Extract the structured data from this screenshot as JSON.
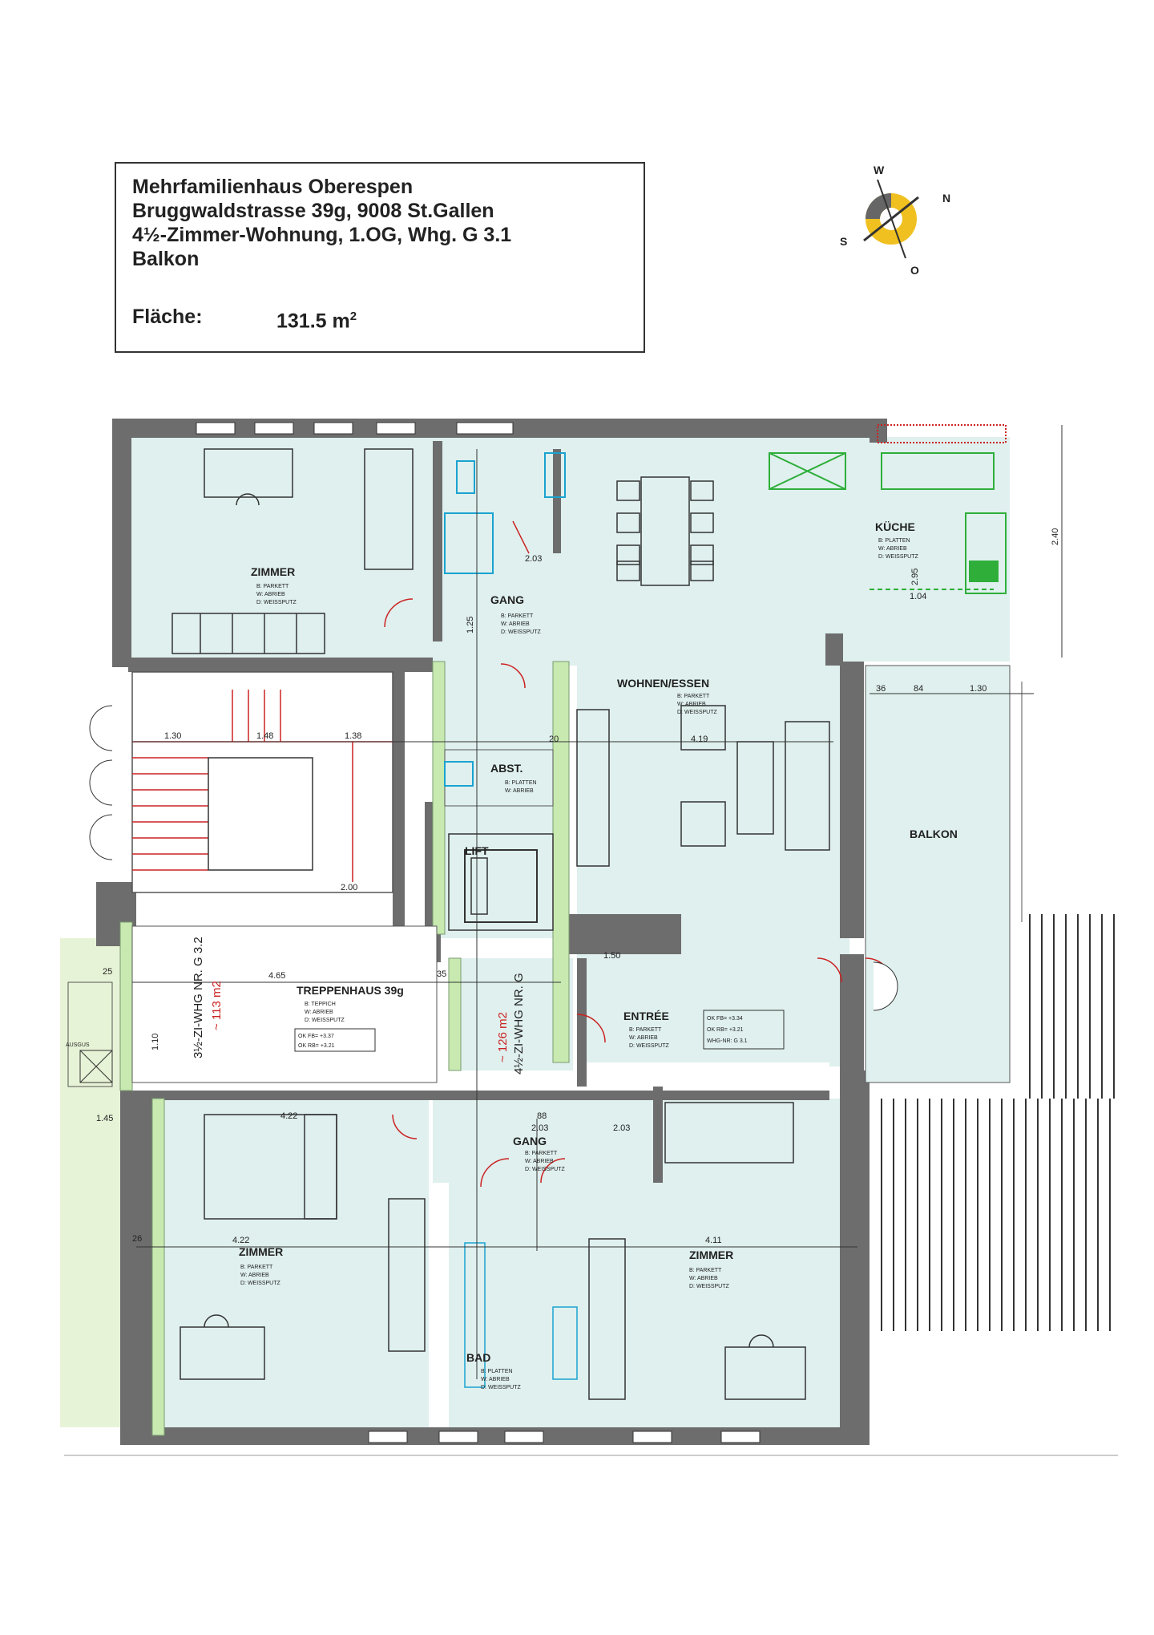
{
  "info": {
    "title": "Mehrfamilienhaus Oberespen",
    "address": "Bruggwaldstrasse 39g, 9008 St.Gallen",
    "unit": "4½-Zimmer-Wohnung, 1.OG, Whg. G 3.1",
    "extra": "Balkon",
    "area_label": "Fläche:",
    "area_value": "131.5 m",
    "area_sup": "2"
  },
  "compass": {
    "w": "W",
    "n": "N",
    "s": "S",
    "o": "O"
  },
  "rooms": {
    "zimmer_nw": "ZIMMER",
    "gang_top": "GANG",
    "wohnen": "WOHNEN/ESSEN",
    "kueche": "KÜCHE",
    "abst": "ABST.",
    "lift": "LIFT",
    "balkon": "BALKON",
    "treppenhaus": "TREPPENHAUS 39g",
    "entree": "ENTRÉE",
    "gang_bottom": "GANG",
    "zimmer_sw": "ZIMMER",
    "zimmer_se": "ZIMMER",
    "bad": "BAD",
    "ausgus": "AUSGUS"
  },
  "finishes": {
    "parkett": "B: PARKETT",
    "abrieb": "W: ABRIEB",
    "weissputz": "D: WEISSPUTZ",
    "platten": "B: PLATTEN",
    "teppich": "B: TEPPICH"
  },
  "dims": {
    "d130": "1.30",
    "d148": "1.48",
    "d138": "1.38",
    "d200": "2.00",
    "d465": "4.65",
    "d422a": "4.22",
    "d422b": "4.22",
    "d411": "4.11",
    "d419": "4.19",
    "d203a": "2.03",
    "d203b": "2.03",
    "d203c": "2.03",
    "d295": "2.95",
    "d240": "2.40",
    "d104": "1.04",
    "d130b": "1.30",
    "d36": "36",
    "d84": "84",
    "d150": "1.50",
    "d145": "1.45",
    "d88": "88",
    "d25": "25",
    "d26": "26",
    "d35": "35",
    "d20": "20",
    "d125": "1.25",
    "d110": "1.10"
  },
  "levels": {
    "ok_fb_a": "OK FB= +3.37",
    "ok_rb_a": "OK RB= +3.21",
    "ok_fb_b": "OK FB= +3.34",
    "ok_rb_b": "OK RB= +3.21",
    "whg_nr": "WHG-NR: G 3.1"
  },
  "neighbors": {
    "west_unit": "3½-ZI-WHG NR. G 3.2",
    "west_area": "~ 113 m2",
    "east_unit": "4½-ZI-WHG NR. G",
    "east_area": "~ 126 m2"
  },
  "colors": {
    "room_fill": "#dff0ee",
    "wall": "#6d6d6d",
    "wall_light": "#c8e9b0",
    "accent_red": "#cc2222",
    "kitchen_green": "#2fae3a",
    "compass_yellow": "#f0c020"
  }
}
